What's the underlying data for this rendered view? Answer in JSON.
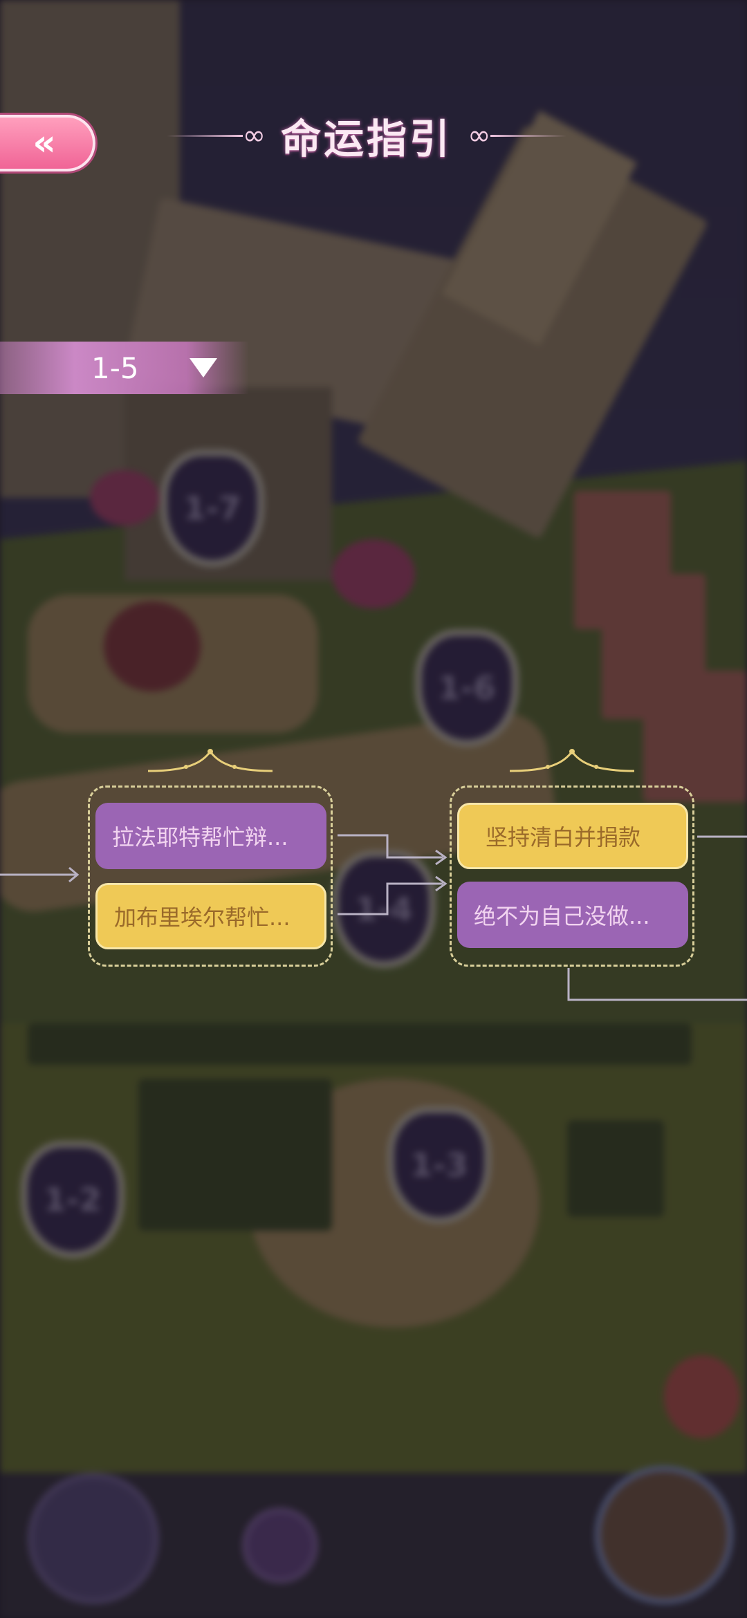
{
  "header": {
    "title": "命运指引",
    "back_icon": "«"
  },
  "level_selector": {
    "value": "1-5"
  },
  "map_nodes": [
    "1-7",
    "1-6",
    "1-4",
    "1-3",
    "1-2"
  ],
  "choice_groups": [
    {
      "choices": [
        {
          "label": "拉法耶特帮忙辩...",
          "state": "purple"
        },
        {
          "label": "加布里埃尔帮忙...",
          "state": "yellow"
        }
      ]
    },
    {
      "choices": [
        {
          "label": "坚持清白并捐款",
          "state": "yellow"
        },
        {
          "label": "绝不为自己没做...",
          "state": "purple"
        }
      ]
    }
  ],
  "colors": {
    "choice_purple": "#9b65b4",
    "choice_yellow": "#efc956",
    "back_button": "#f06496",
    "dropdown": "#d28ccd"
  }
}
